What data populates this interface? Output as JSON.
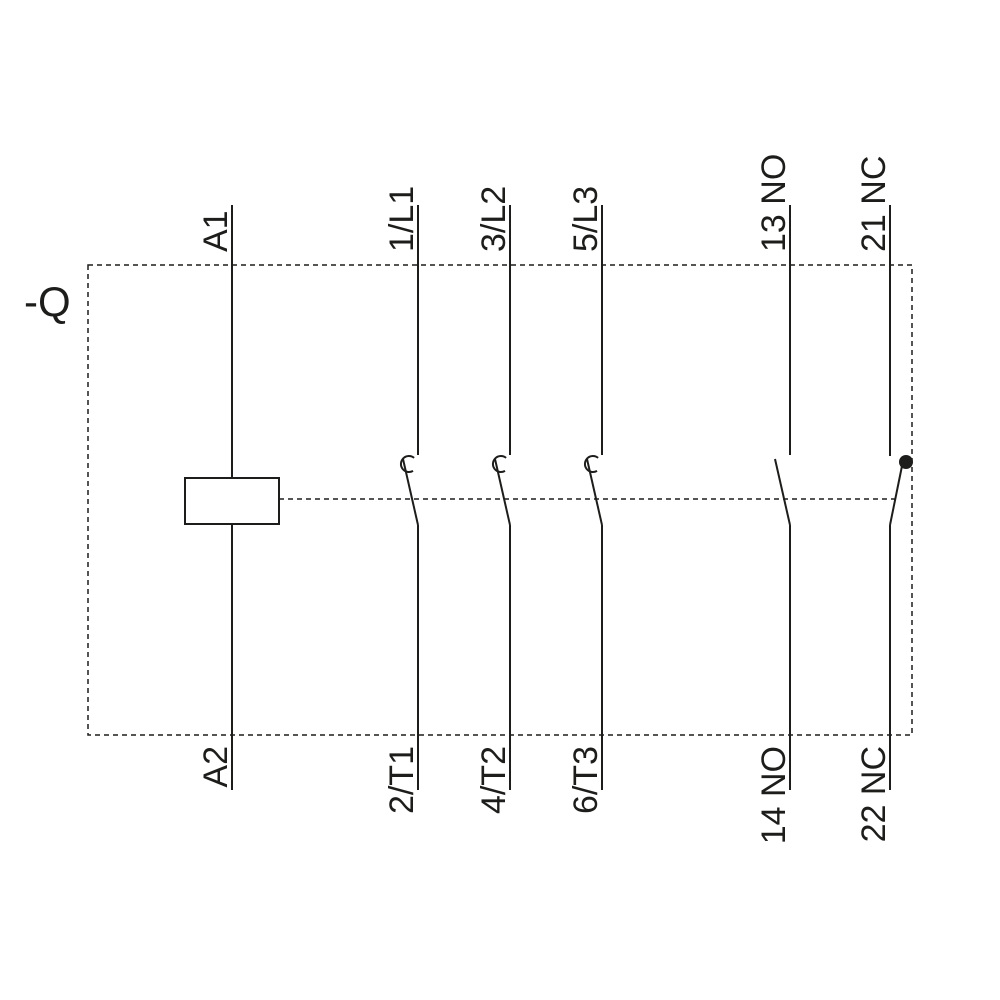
{
  "colors": {
    "ink": "#1d1d1b",
    "background": "#ffffff"
  },
  "diagram": {
    "type": "contactor-wiring-schematic",
    "device_label": "-Q",
    "coil": {
      "top_terminal": "A1",
      "bottom_terminal": "A2"
    },
    "main_poles": [
      {
        "top_terminal": "1/L1",
        "bottom_terminal": "2/T1"
      },
      {
        "top_terminal": "3/L2",
        "bottom_terminal": "4/T2"
      },
      {
        "top_terminal": "5/L3",
        "bottom_terminal": "6/T3"
      }
    ],
    "aux_contacts": [
      {
        "top_terminal": "13 NO",
        "bottom_terminal": "14 NO",
        "type": "NO"
      },
      {
        "top_terminal": "21 NC",
        "bottom_terminal": "22 NC",
        "type": "NC"
      }
    ]
  }
}
